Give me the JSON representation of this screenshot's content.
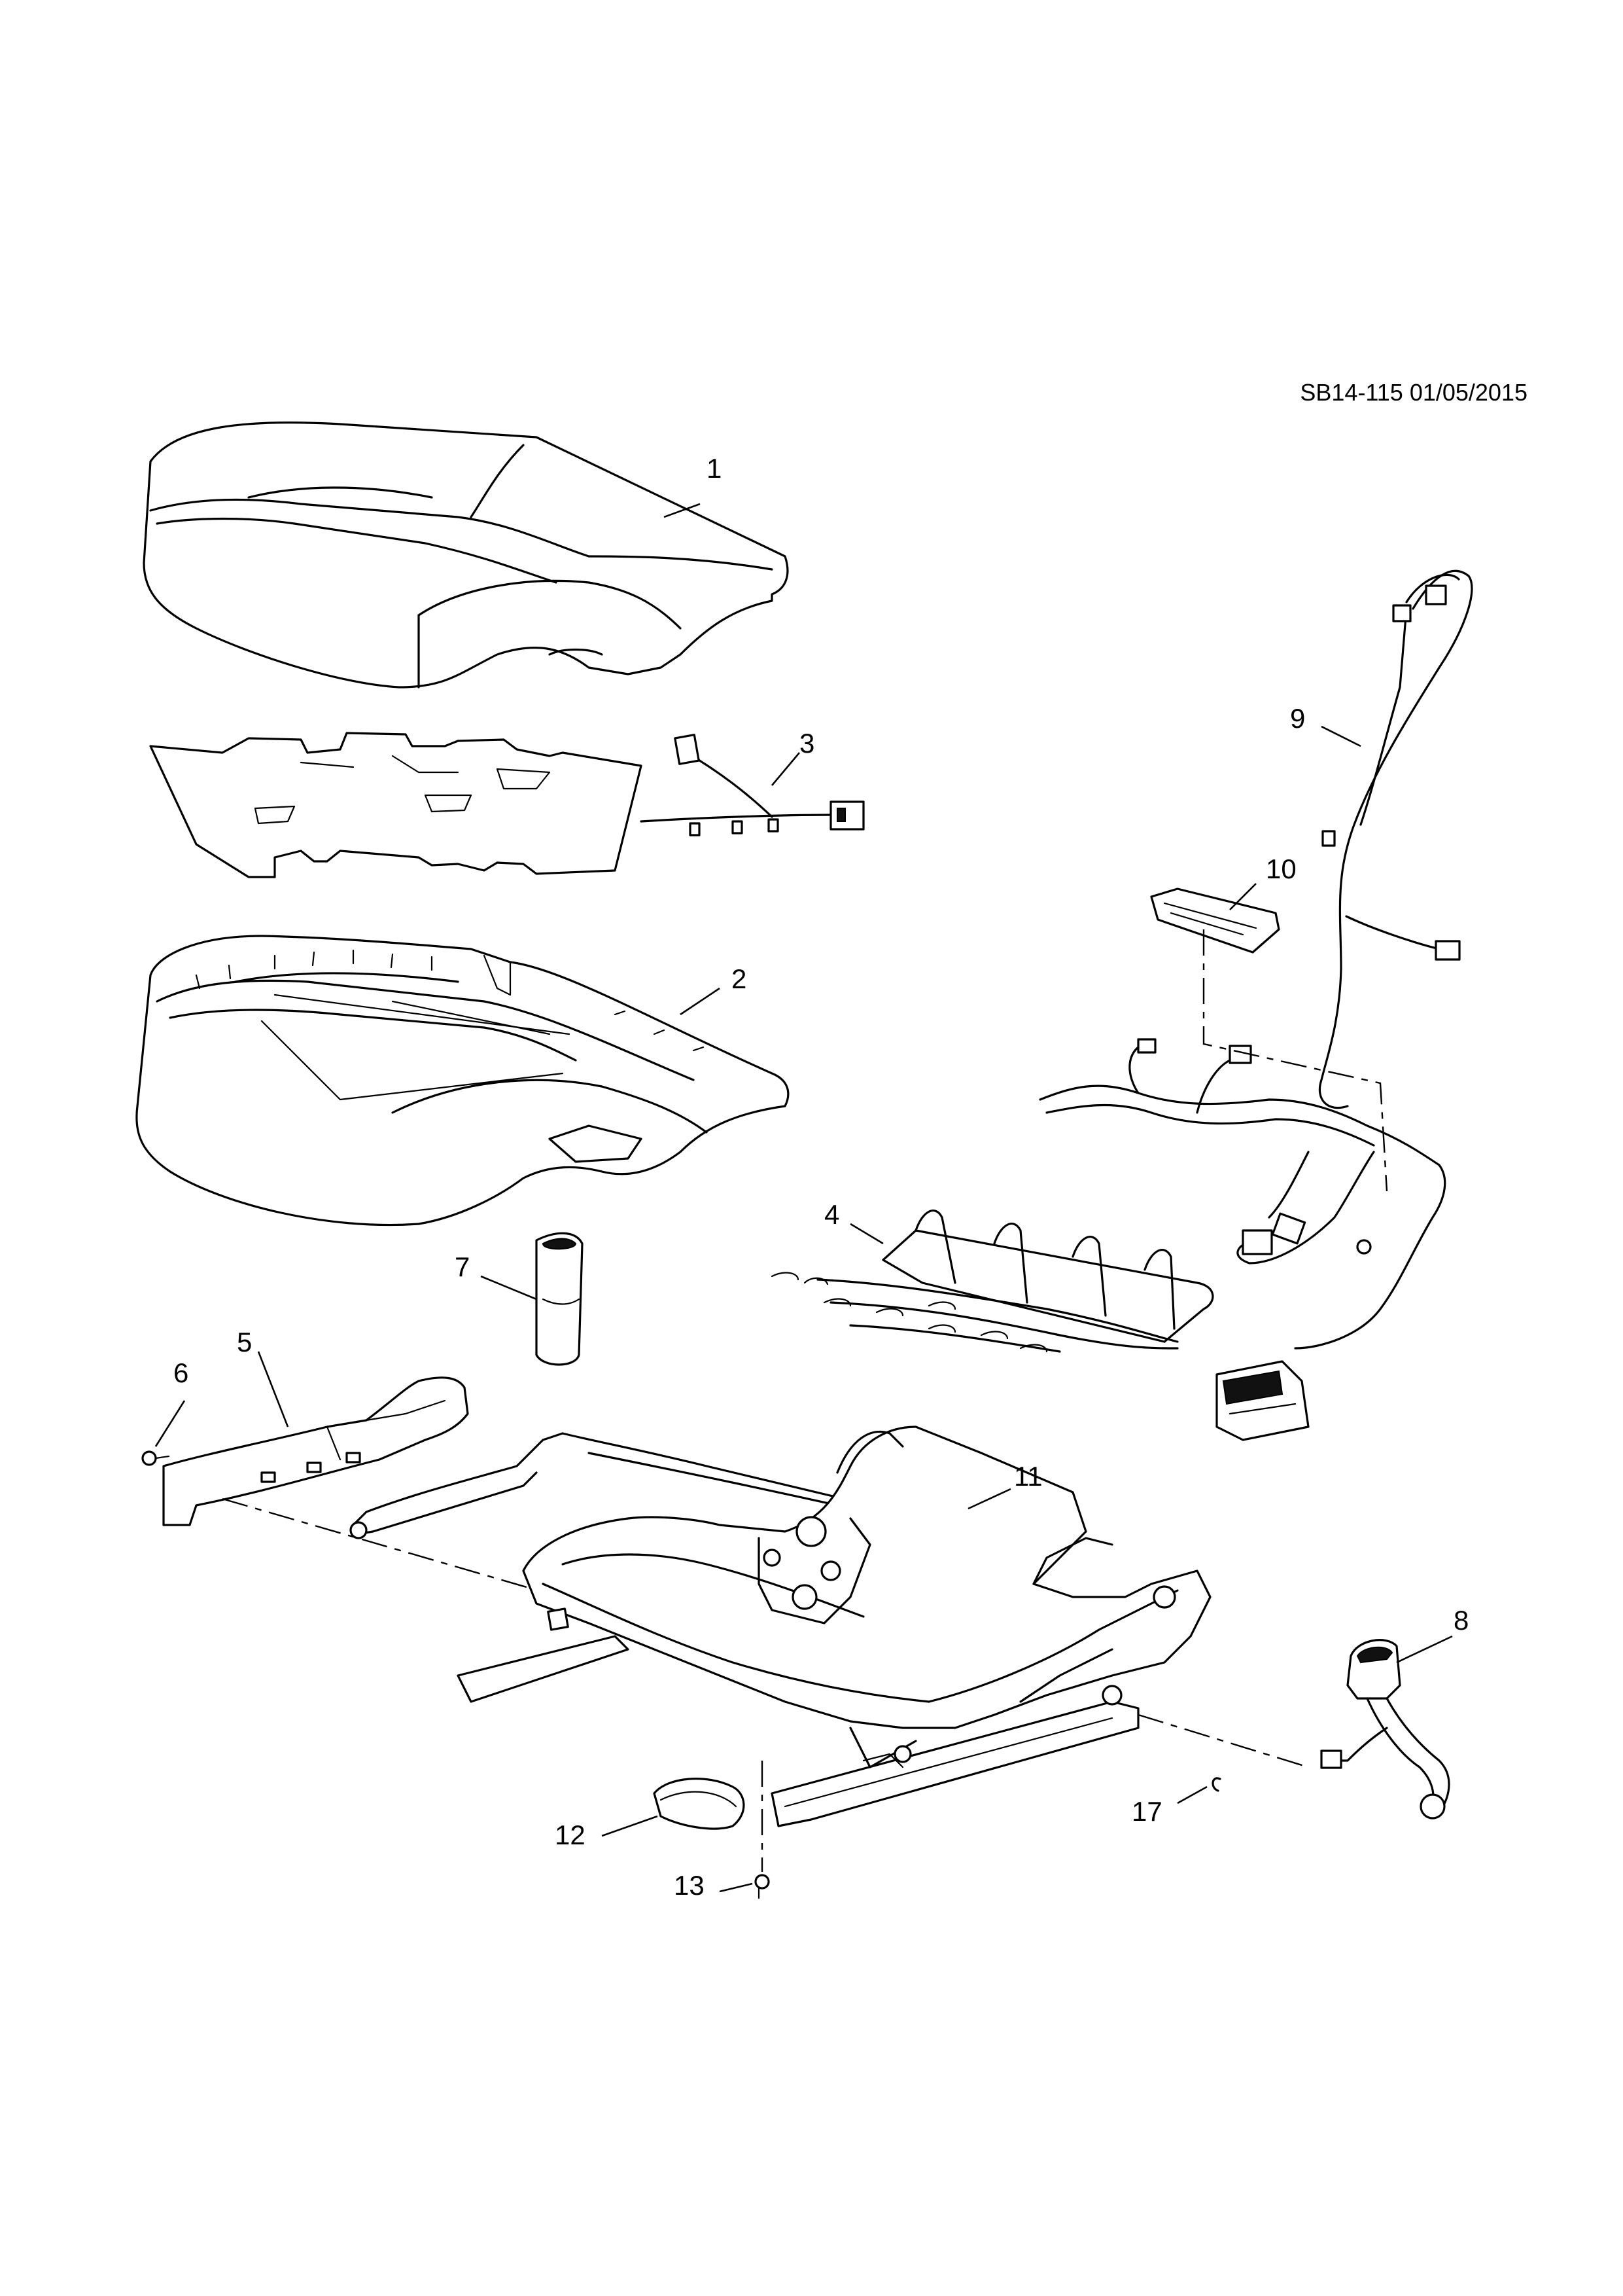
{
  "reference": "SB14-115 01/05/2015",
  "callouts": {
    "c1": "1",
    "c2": "2",
    "c3": "3",
    "c4": "4",
    "c5": "5",
    "c6": "6",
    "c7": "7",
    "c8": "8",
    "c9": "9",
    "c10": "10",
    "c11": "11",
    "c12": "12",
    "c13": "13",
    "c17": "17"
  }
}
